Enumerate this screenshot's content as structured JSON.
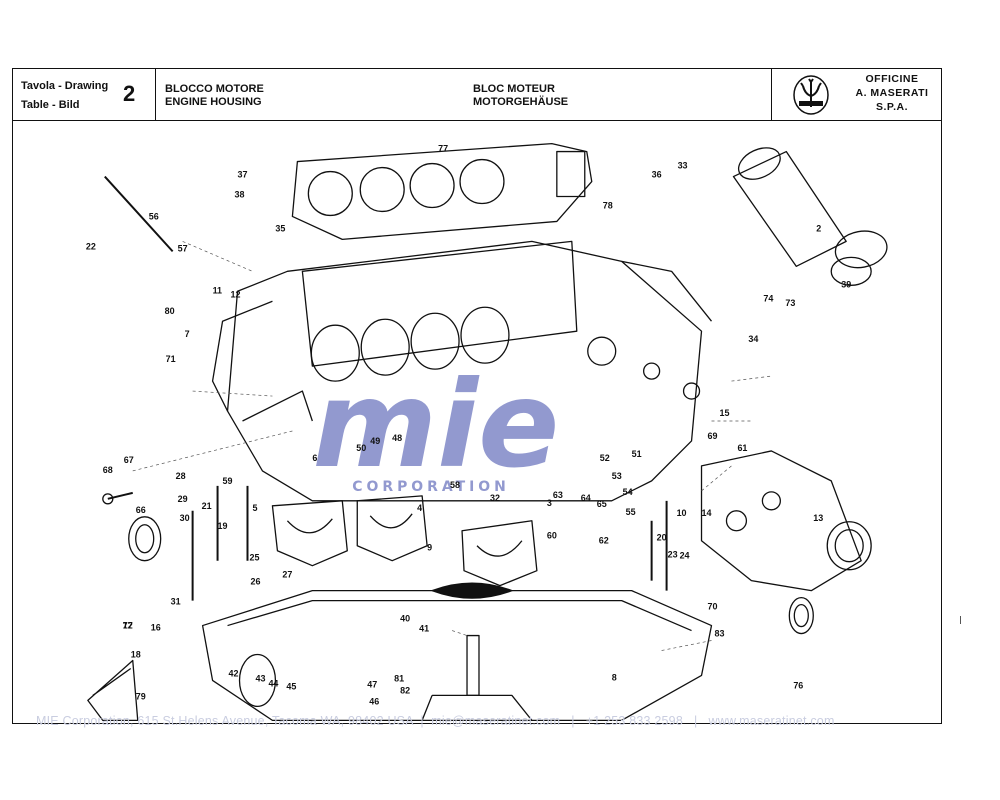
{
  "title_block": {
    "tavola_label": "Tavola - Drawing",
    "table_label": "Table - Bild",
    "number": "2",
    "italian_title": "BLOCCO MOTORE",
    "english_title": "ENGINE HOUSING",
    "french_title": "BLOC MOTEUR",
    "german_title": "MOTORGEHÄUSE",
    "company_line1": "OFFICINE",
    "company_line2": "A. MASERATI",
    "company_line3": "S.P.A."
  },
  "watermark": {
    "text": "mie",
    "subtext": "CORPORATION",
    "color": "#3a47a8"
  },
  "part_labels": [
    "2",
    "3",
    "4",
    "5",
    "6",
    "7",
    "8",
    "9",
    "10",
    "11",
    "12",
    "13",
    "14",
    "15",
    "16",
    "17",
    "18",
    "19",
    "20",
    "21",
    "22",
    "23",
    "24",
    "25",
    "26",
    "27",
    "28",
    "29",
    "30",
    "31",
    "32",
    "33",
    "34",
    "35",
    "36",
    "37",
    "38",
    "39",
    "40",
    "41",
    "42",
    "43",
    "44",
    "45",
    "46",
    "47",
    "48",
    "49",
    "50",
    "51",
    "52",
    "53",
    "54",
    "55",
    "56",
    "57",
    "58",
    "59",
    "60",
    "61",
    "62",
    "63",
    "64",
    "65",
    "66",
    "67",
    "68",
    "69",
    "70",
    "71",
    "72",
    "73",
    "74",
    "76",
    "77",
    "78",
    "79",
    "80",
    "81",
    "82",
    "83"
  ],
  "footer": {
    "address": "MIE Corporation, 615 St.Helens Avenue, Tacoma WA, 98402 USA",
    "email": "mie@maseratinet.com",
    "phone": "+1 253 833 2598",
    "website": "www.maseratinet.com",
    "separator": "|"
  }
}
